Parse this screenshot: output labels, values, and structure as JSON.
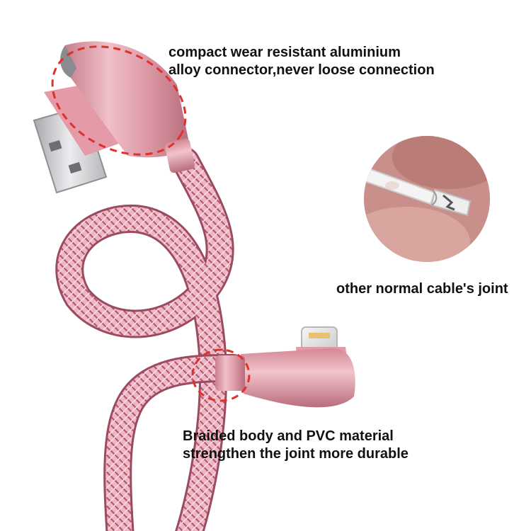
{
  "captions": {
    "connector_line1": "compact wear resistant aluminium",
    "connector_line2": "alloy connector,never loose connection",
    "other_joint": "other normal cable's joint",
    "braided_line1": "Braided body and PVC material",
    "braided_line2": "strengthen the joint more durable"
  },
  "colors": {
    "cable_pink": "#e9a6b6",
    "braid_dark": "#b8566f",
    "connector_rose": "#d9929e",
    "usb_metal": "#c9c9cc",
    "highlight_dash": "#e0302c",
    "background": "#ffffff"
  },
  "illustration": {
    "product": "braided-usb-to-lightning-cable",
    "connectors": [
      "usb-a-right-angle",
      "lightning-right-angle"
    ],
    "highlights": [
      "usb-connector-joint",
      "lightning-connector-joint"
    ],
    "inset": "broken-ordinary-cable-joint"
  }
}
